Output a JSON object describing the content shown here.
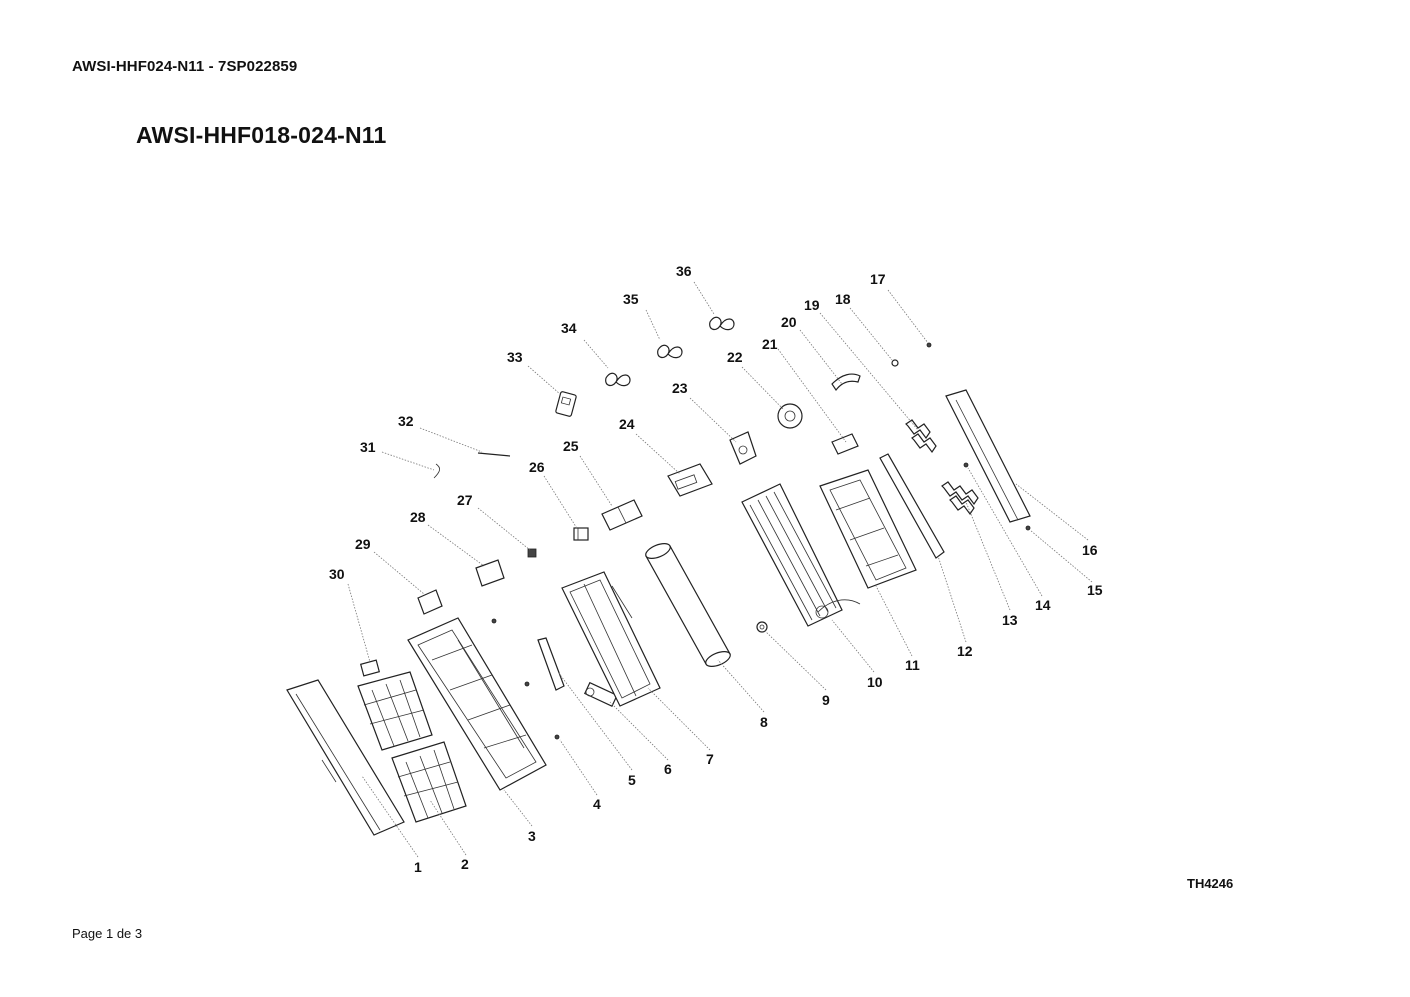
{
  "header": {
    "document_code": "AWSI-HHF024-N11 - 7SP022859"
  },
  "diagram": {
    "model_title": "AWSI-HHF018-024-N11",
    "drawing_ref": "TH4246",
    "callouts": [
      "1",
      "2",
      "3",
      "4",
      "5",
      "6",
      "7",
      "8",
      "9",
      "10",
      "11",
      "12",
      "13",
      "14",
      "15",
      "16",
      "17",
      "18",
      "19",
      "20",
      "21",
      "22",
      "23",
      "24",
      "25",
      "26",
      "27",
      "28",
      "29",
      "30",
      "31",
      "32",
      "33",
      "34",
      "35",
      "36"
    ]
  },
  "footer": {
    "page_label": "Page 1 de 3"
  }
}
